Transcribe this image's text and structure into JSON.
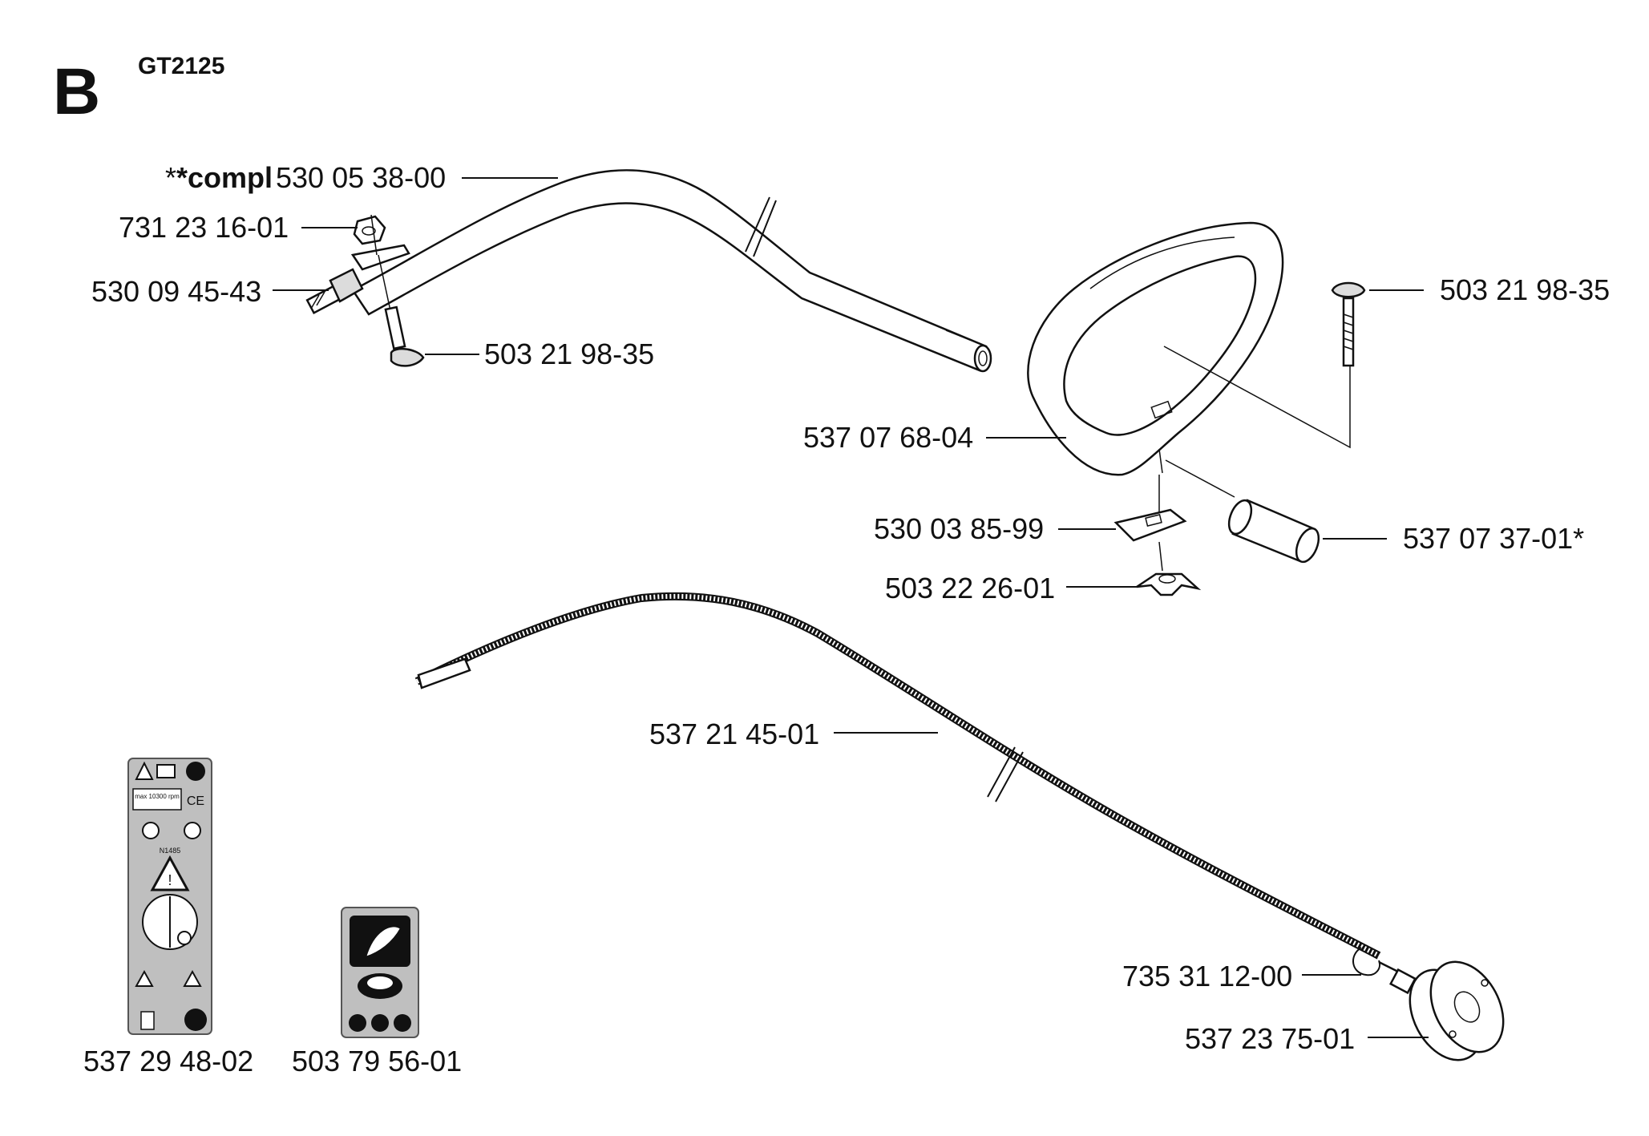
{
  "header": {
    "section": "B",
    "model": "GT2125"
  },
  "callouts": {
    "shaft_prefix": "*compl",
    "shaft": "530 05 38-00",
    "nut": "731 23 16-01",
    "coupling": "530 09 45-43",
    "bolt_left": "503 21 98-35",
    "bolt_right": "503 21 98-35",
    "handle": "537 07 68-04",
    "clamp": "530 03 85-99",
    "wing_nut": "503 22 26-01",
    "sleeve": "537 07 37-01*",
    "drive_cable": "537 21 45-01",
    "clip": "735 31 12-00",
    "drive_cup": "537 23 75-01",
    "decal_warning": "537 29 48-02",
    "decal_head": "503 79 56-01"
  },
  "decal_text": {
    "max_rpm": "max 10300 rpm",
    "code": "N1485"
  }
}
